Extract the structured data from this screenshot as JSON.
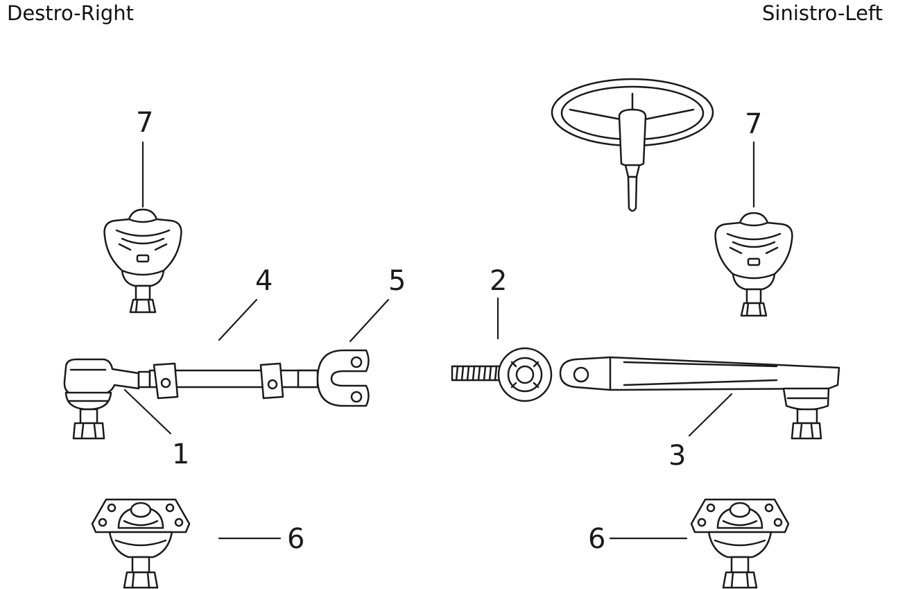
{
  "header": {
    "left": "Destro-Right",
    "right": "Sinistro-Left"
  },
  "callouts": {
    "c1": "1",
    "c2": "2",
    "c3": "3",
    "c4": "4",
    "c5": "5",
    "c6_left": "6",
    "c6_right": "6",
    "c7_left": "7",
    "c7_right": "7"
  }
}
